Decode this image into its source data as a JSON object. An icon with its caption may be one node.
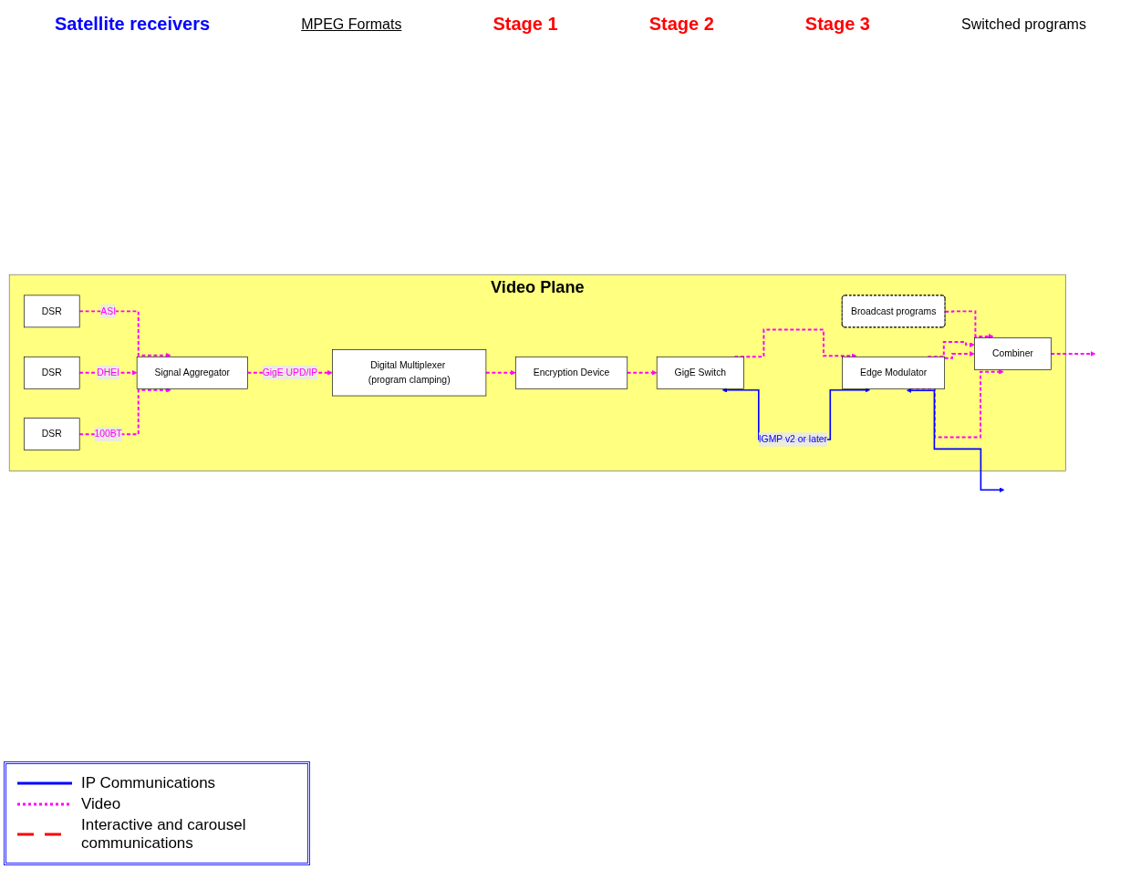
{
  "diagram": {
    "nodes": [
      {
        "text": [
          "Video Plane"
        ]
      },
      {
        "text": [
          "DSR"
        ],
        "in": 0
      },
      {
        "text": [
          "DSR"
        ],
        "in": 0
      },
      {
        "text": [
          "DSR"
        ],
        "in": 0
      },
      {
        "text": [
          "Signal Aggregator"
        ],
        "in": 0
      },
      {
        "text": [
          "Digital Multiplexer (program clamping)"
        ],
        "in": 0
      },
      {
        "text": [
          "Encryption Device"
        ],
        "in": 0
      },
      {
        "text": [
          "Broadcast programs"
        ],
        "in": 0
      },
      {
        "text": [
          "GigE Switch"
        ],
        "in": 0
      },
      {
        "text": [
          "Edge Modulator"
        ],
        "in": 0
      },
      {
        "text": [
          "Combiner"
        ],
        "in": 0
      }
    ],
    "edges": [
      {
        "from": 1,
        "to": 4,
        "label": "ASI",
        "arrow": "to",
        "style": "dashed"
      },
      {
        "from": 2,
        "to": 4,
        "label": "DHEI",
        "arrow": "to",
        "style": "dashed"
      },
      {
        "from": 3,
        "to": 4,
        "label": "100BT",
        "arrow": "to",
        "style": "dashed"
      },
      {
        "from": 4,
        "to": 5,
        "label": "GigE UPD/IP",
        "arrow": "to",
        "style": "dashed"
      },
      {
        "from": 5,
        "to": 6,
        "arrow": "to",
        "style": "dashed"
      },
      {
        "from": 6,
        "to": 8,
        "arrow": "to",
        "style": "dashed"
      },
      {
        "from": 8,
        "to": 9,
        "arrow": "to",
        "style": "dashed"
      },
      {
        "from": 7,
        "to": 10,
        "arrow": "to",
        "style": "dashed"
      },
      {
        "from": 9,
        "to": 10,
        "arrow": "to",
        "style": "dashed"
      },
      {
        "from": 9,
        "to": 10,
        "arrow": "to",
        "style": "dashed"
      },
      {
        "from": 9,
        "to": 10,
        "arrow": "to",
        "style": "dashed"
      },
      {
        "from": 10,
        "to": null,
        "arrow": "to",
        "style": "dashed"
      },
      {
        "from": 8,
        "to": 9,
        "label": "IGMP v2 or later",
        "arrow": "both",
        "color": "#0000ff"
      },
      {
        "from": 9,
        "to": null,
        "arrow": "both",
        "color": "#0000ff"
      }
    ],
    "labels": [
      "Satellite receivers",
      "MPEG Formats",
      "Stage 1",
      "Stage 2",
      "Stage 3",
      "Switched programs"
    ],
    "legend": [
      {
        "text": "IP Communications"
      },
      {
        "text": "Video"
      },
      {
        "text": "Interactive and carousel communications"
      }
    ]
  }
}
